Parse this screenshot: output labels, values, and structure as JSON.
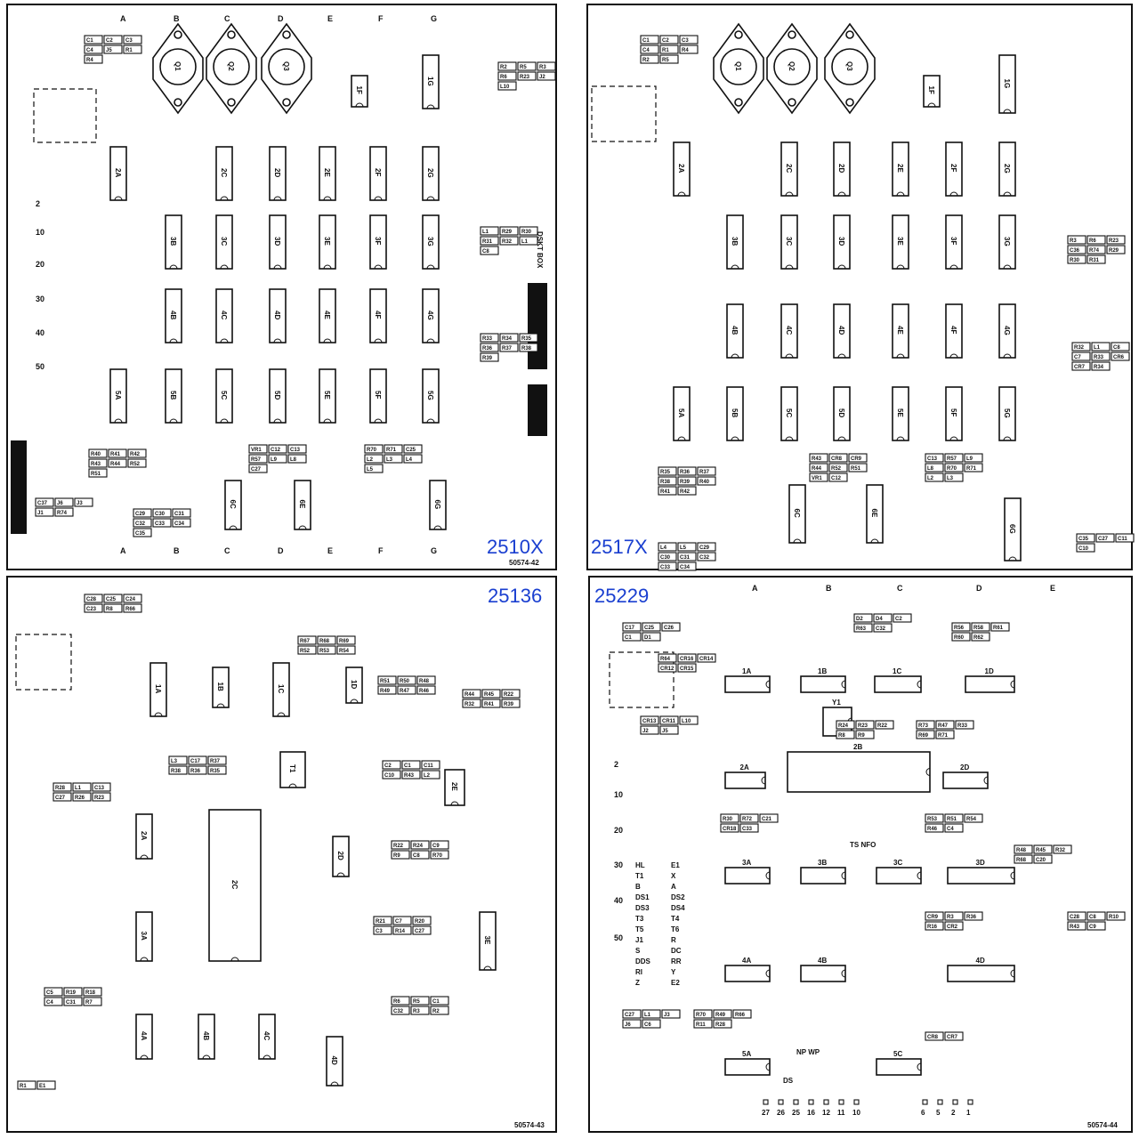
{
  "panels": [
    {
      "board_number": "2510X",
      "drawing_number": "50574-42",
      "column_letters": [
        "A",
        "B",
        "C",
        "D",
        "E",
        "F",
        "G"
      ],
      "row_numbers": [
        "2",
        "10",
        "20",
        "30",
        "40",
        "50"
      ],
      "ics": [
        "2A",
        "2C",
        "2D",
        "2E",
        "2F",
        "2G",
        "3B",
        "3C",
        "3D",
        "3E",
        "3F",
        "3G",
        "4B",
        "4C",
        "4D",
        "4E",
        "4F",
        "4G",
        "5A",
        "5B",
        "5C",
        "5D",
        "5E",
        "5F",
        "5G",
        "6C",
        "6E",
        "6G",
        "1F",
        "1G"
      ],
      "transistors": [
        "Q1",
        "Q2",
        "Q3"
      ],
      "components": [
        "C1",
        "C2",
        "C3",
        "C4",
        "J5",
        "R1",
        "R4",
        "R2",
        "R5",
        "R3",
        "R6",
        "R23",
        "J2",
        "L10",
        "L1",
        "R29",
        "R30",
        "R31",
        "R32",
        "L1",
        "C8",
        "R33",
        "R34",
        "R35",
        "R36",
        "R37",
        "R38",
        "R39",
        "R40",
        "R41",
        "R42",
        "R43",
        "R44",
        "R52",
        "R51",
        "VR1",
        "C12",
        "C13",
        "R57",
        "L9",
        "L8",
        "C27",
        "R70",
        "R71",
        "C25",
        "L2",
        "L3",
        "L4",
        "L5",
        "C29",
        "C30",
        "C31",
        "C32",
        "C33",
        "C34",
        "C35",
        "C37",
        "J6",
        "J3",
        "J1",
        "R74"
      ],
      "side_label": "DSKT BOX"
    },
    {
      "board_number": "2517X",
      "drawing_number": "",
      "ics": [
        "2A",
        "2C",
        "2D",
        "2E",
        "2F",
        "2G",
        "3B",
        "3C",
        "3D",
        "3E",
        "3F",
        "3G",
        "4B",
        "4C",
        "4D",
        "4E",
        "4F",
        "4G",
        "5A",
        "5B",
        "5C",
        "5D",
        "5E",
        "5F",
        "5G",
        "6C",
        "6E",
        "6G",
        "1F",
        "1G"
      ],
      "transistors": [
        "Q1",
        "Q2",
        "Q3"
      ],
      "components": [
        "C1",
        "C2",
        "C3",
        "C4",
        "R1",
        "R4",
        "R2",
        "R5",
        "R3",
        "R6",
        "R23",
        "C36",
        "R74",
        "R29",
        "R30",
        "R31",
        "R32",
        "L1",
        "C8",
        "C7",
        "R33",
        "CR6",
        "CR7",
        "R34",
        "R35",
        "R36",
        "R37",
        "R38",
        "R39",
        "R40",
        "R41",
        "R42",
        "R43",
        "CR8",
        "CR9",
        "R44",
        "R52",
        "R51",
        "VR1",
        "C12",
        "C13",
        "R57",
        "L9",
        "L8",
        "R70",
        "R71",
        "L2",
        "L3",
        "L4",
        "L5",
        "C29",
        "C30",
        "C31",
        "C32",
        "C33",
        "C34",
        "C35",
        "C27",
        "C11",
        "C10"
      ]
    },
    {
      "board_number": "25136",
      "drawing_number": "50574-43",
      "ics": [
        "1A",
        "1B",
        "1C",
        "1D",
        "2A",
        "2C",
        "2D",
        "2E",
        "3A",
        "3E",
        "4A",
        "4B",
        "4C",
        "4D",
        "T1"
      ],
      "components": [
        "C28",
        "C25",
        "C24",
        "C23",
        "R8",
        "R66",
        "R67",
        "R68",
        "R69",
        "R52",
        "R53",
        "R54",
        "R51",
        "R50",
        "R48",
        "R49",
        "R47",
        "R46",
        "R44",
        "R45",
        "R22",
        "R32",
        "R41",
        "R39",
        "L3",
        "C17",
        "R37",
        "R38",
        "R36",
        "R35",
        "C2",
        "C1",
        "C11",
        "C10",
        "R43",
        "L2",
        "R28",
        "L1",
        "C13",
        "C27",
        "R26",
        "R23",
        "R22",
        "R24",
        "C9",
        "R9",
        "C8",
        "R70",
        "R21",
        "C7",
        "R20",
        "C3",
        "R14",
        "C27",
        "C5",
        "R19",
        "R18",
        "C4",
        "C31",
        "R7",
        "R6",
        "R5",
        "C1",
        "C32",
        "R3",
        "R2",
        "R1",
        "E1"
      ]
    },
    {
      "board_number": "25229",
      "drawing_number": "50574-44",
      "column_letters": [
        "A",
        "B",
        "C",
        "D",
        "E"
      ],
      "row_numbers": [
        "2",
        "10",
        "20",
        "30",
        "40",
        "50"
      ],
      "ics": [
        "1A",
        "1B",
        "1C",
        "1D",
        "2A",
        "2B",
        "2D",
        "3A",
        "3B",
        "3C",
        "3D",
        "4A",
        "4B",
        "4D",
        "5A",
        "5C",
        "Y1"
      ],
      "components": [
        "C17",
        "C25",
        "C26",
        "C1",
        "D1",
        "D2",
        "D4",
        "C2",
        "R63",
        "C32",
        "R56",
        "R58",
        "R61",
        "R60",
        "R62",
        "R64",
        "CR16",
        "CR14",
        "CR12",
        "CR15",
        "CR13",
        "CR11",
        "L10",
        "J2",
        "J5",
        "R24",
        "R23",
        "R22",
        "R8",
        "R9",
        "R73",
        "R47",
        "R33",
        "R69",
        "R71",
        "R30",
        "R72",
        "C21",
        "CR18",
        "C33",
        "R53",
        "R51",
        "R54",
        "R46",
        "C4",
        "R48",
        "R45",
        "R32",
        "R68",
        "C20",
        "CR9",
        "R3",
        "R36",
        "R16",
        "CR2",
        "C28",
        "C8",
        "R10",
        "R43",
        "C9",
        "R70",
        "R49",
        "R66",
        "R11",
        "R28",
        "C27",
        "L1",
        "J3",
        "J6",
        "C6",
        "CR8",
        "CR7"
      ],
      "pins_bottom": [
        "27",
        "26",
        "25",
        "16",
        "12",
        "11",
        "10",
        "6",
        "5",
        "2",
        "1"
      ],
      "labels": [
        "TS NFO",
        "NP WP",
        "DS",
        "HL",
        "E1",
        "T1",
        "X",
        "B",
        "A",
        "DS1",
        "DS2",
        "DS3",
        "DS4",
        "T3",
        "T4",
        "T5",
        "T6",
        "J1",
        "R",
        "S",
        "DC",
        "DDS",
        "RR",
        "RI",
        "Y",
        "Z",
        "E2"
      ]
    }
  ],
  "colors": {
    "board_label": "#1a3fd0",
    "ink": "#111111"
  }
}
